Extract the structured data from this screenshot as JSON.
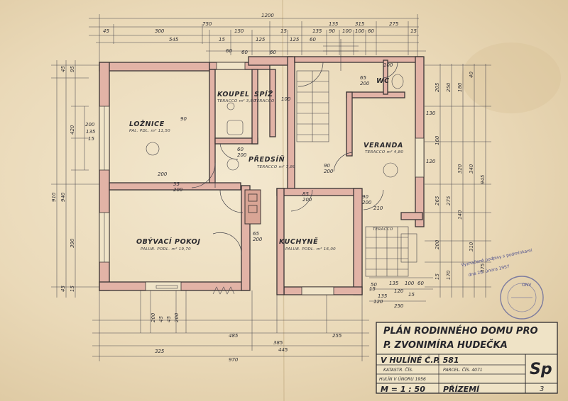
{
  "rooms": {
    "loznice": {
      "name": "LOŽNICE",
      "sub": "PAL. PDL. m² 11,50"
    },
    "koupel": {
      "name": "KOUPEL",
      "sub": "TERACCO m² 3,80"
    },
    "spiz": {
      "name": "SPÍŽ",
      "sub": "TERACCO"
    },
    "wc": {
      "name": "WC",
      "sub": ""
    },
    "veranda": {
      "name": "VERANDA",
      "sub": "TERACCO m² 4,80"
    },
    "predsin": {
      "name": "PŘEDSÍŇ",
      "sub": "TERACCO m² 7,80"
    },
    "obyvaci": {
      "name": "OBÝVACÍ POKOJ",
      "sub": "PALUB. PODL. m² 19,70"
    },
    "kuchyne": {
      "name": "KUCHYNĚ",
      "sub": "PALUB. PODL. m² 16,00"
    },
    "teracco": {
      "name": "TERACCO",
      "sub": ""
    }
  },
  "dimensions": {
    "top": [
      "1200",
      "750",
      "135",
      "315",
      "300",
      "545",
      "15",
      "150",
      "15",
      "125",
      "125",
      "60",
      "135",
      "90",
      "100",
      "100",
      "60",
      "275",
      "15",
      "45",
      "60",
      "60"
    ],
    "bottom": [
      "485",
      "255",
      "385",
      "445",
      "970",
      "325",
      "200",
      "45",
      "45",
      "200",
      "135",
      "15",
      "250",
      "135",
      "100",
      "60",
      "120",
      "15"
    ],
    "left": [
      "910",
      "940",
      "390",
      "420",
      "200",
      "135",
      "15",
      "45",
      "95",
      "45",
      "15"
    ],
    "right": [
      "205",
      "250",
      "180",
      "40",
      "320",
      "340",
      "945",
      "130",
      "160",
      "265",
      "275",
      "140",
      "375",
      "310",
      "200",
      "170",
      "120",
      "15"
    ],
    "inner": [
      "200",
      "90",
      "35",
      "200",
      "65",
      "200",
      "85",
      "200",
      "60",
      "90",
      "90",
      "200",
      "210",
      "200",
      "65",
      "200",
      "100",
      "50",
      "120",
      "60",
      "200",
      "100"
    ]
  },
  "title_block": {
    "line1": "PLÁN RODINNÉHO DOMU PRO",
    "line2": "P. ZVONIMÍRA HUDEČKA",
    "line3": "V HULÍNĚ Č.P. 581",
    "katastr": "KATASTR. ČÍS.",
    "parcel": "PARCEL. ČÍS. 4071",
    "hulin": "HULÍN V ÚNORU 1956",
    "scale": "M = 1 : 50",
    "floor": "PŘÍZEMÍ",
    "sheet_code": "Sp",
    "sheet_no": "3"
  },
  "approval": {
    "line1": "Vyznačené podpisy s podmínkami",
    "line2": "dne 28. února 1957",
    "line3": "ONV"
  },
  "colors": {
    "wall_fill": "#e2b3a6",
    "ink": "#2b2a2e",
    "paper": "#efe2c6",
    "stamp_ink": "#4c4f8e"
  }
}
